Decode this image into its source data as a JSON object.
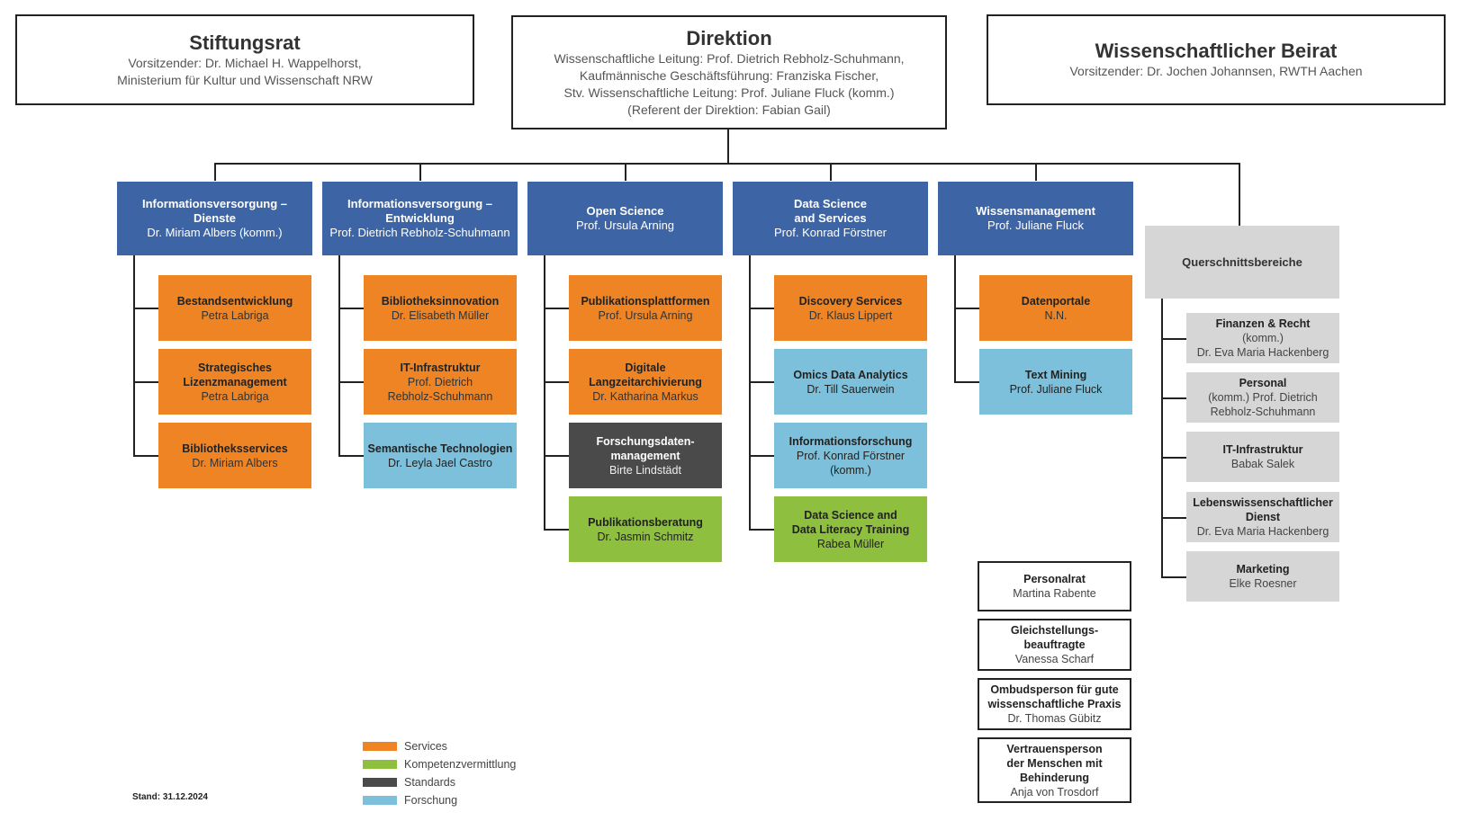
{
  "top": {
    "stiftungsrat": {
      "title": "Stiftungsrat",
      "lines": [
        "Vorsitzender: Dr. Michael H. Wappelhorst,",
        "Ministerium für Kultur und Wissenschaft NRW"
      ]
    },
    "direktion": {
      "title": "Direktion",
      "lines": [
        "Wissenschaftliche Leitung: Prof. Dietrich Rebholz-Schuhmann,",
        "Kaufmännische Geschäftsführung:  Franziska Fischer,",
        "Stv. Wissenschaftliche Leitung: Prof. Juliane Fluck (komm.)",
        "(Referent der Direktion: Fabian Gail)"
      ]
    },
    "beirat": {
      "title": "Wissenschaftlicher Beirat",
      "lines": [
        "Vorsitzender: Dr. Jochen Johannsen, RWTH Aachen"
      ]
    }
  },
  "departments": [
    {
      "title": [
        "Informationsversorgung –",
        "Dienste"
      ],
      "lines": [
        "Dr. Miriam Albers (komm.)"
      ],
      "units": [
        {
          "type": "orange",
          "title": [
            "Bestandsentwicklung"
          ],
          "lines": [
            "Petra Labriga"
          ]
        },
        {
          "type": "orange",
          "title": [
            "Strategisches",
            "Lizenzmanagement"
          ],
          "lines": [
            "Petra Labriga"
          ]
        },
        {
          "type": "orange",
          "title": [
            "Bibliotheksservices"
          ],
          "lines": [
            "Dr. Miriam Albers"
          ]
        }
      ]
    },
    {
      "title": [
        "Informationsversorgung –",
        "Entwicklung"
      ],
      "lines": [
        "Prof. Dietrich Rebholz-Schuhmann"
      ],
      "units": [
        {
          "type": "orange",
          "title": [
            "Bibliotheksinnovation"
          ],
          "lines": [
            "Dr. Elisabeth Müller"
          ]
        },
        {
          "type": "orange",
          "title": [
            "IT-Infrastruktur"
          ],
          "lines": [
            "Prof. Dietrich",
            "Rebholz-Schuhmann"
          ]
        },
        {
          "type": "blue",
          "title": [
            "Semantische Technologien"
          ],
          "lines": [
            "Dr. Leyla Jael Castro"
          ]
        }
      ]
    },
    {
      "title": [
        "Open Science"
      ],
      "lines": [
        "Prof. Ursula Arning"
      ],
      "units": [
        {
          "type": "orange",
          "title": [
            "Publikationsplattformen"
          ],
          "lines": [
            "Prof. Ursula Arning"
          ]
        },
        {
          "type": "orange",
          "title": [
            "Digitale",
            "Langzeitarchivierung"
          ],
          "lines": [
            "Dr. Katharina Markus"
          ]
        },
        {
          "type": "dark",
          "title": [
            "Forschungsdaten-",
            "management"
          ],
          "lines": [
            "Birte Lindstädt"
          ]
        },
        {
          "type": "green",
          "title": [
            "Publikationsberatung"
          ],
          "lines": [
            "Dr. Jasmin Schmitz"
          ]
        }
      ]
    },
    {
      "title": [
        "Data Science",
        "and Services"
      ],
      "lines": [
        "Prof. Konrad Förstner"
      ],
      "units": [
        {
          "type": "orange",
          "title": [
            "Discovery Services"
          ],
          "lines": [
            "Dr. Klaus Lippert"
          ]
        },
        {
          "type": "blue",
          "title": [
            "Omics Data Analytics"
          ],
          "lines": [
            "Dr. Till Sauerwein"
          ]
        },
        {
          "type": "blue",
          "title": [
            "Informationsforschung"
          ],
          "lines": [
            "Prof. Konrad Förstner",
            "(komm.)"
          ]
        },
        {
          "type": "green",
          "title": [
            "Data Science and",
            "Data Literacy Training"
          ],
          "lines": [
            "Rabea Müller"
          ]
        }
      ]
    },
    {
      "title": [
        "Wissensmanagement"
      ],
      "lines": [
        "Prof. Juliane Fluck"
      ],
      "units": [
        {
          "type": "orange",
          "title": [
            "Datenportale"
          ],
          "lines": [
            "N.N."
          ]
        },
        {
          "type": "blue",
          "title": [
            "Text Mining"
          ],
          "lines": [
            "Prof. Juliane Fluck"
          ]
        }
      ]
    }
  ],
  "querschnitt": {
    "title": "Querschnittsbereiche",
    "items": [
      {
        "title": [
          "Finanzen & Recht"
        ],
        "lines": [
          "(komm.)",
          "Dr. Eva Maria Hackenberg"
        ]
      },
      {
        "title": [
          "Personal"
        ],
        "lines": [
          "(komm.) Prof. Dietrich",
          "Rebholz-Schuhmann"
        ]
      },
      {
        "title": [
          "IT-Infrastruktur"
        ],
        "lines": [
          "Babak Salek"
        ]
      },
      {
        "title": [
          "Lebenswissenschaftlicher",
          "Dienst"
        ],
        "lines": [
          "Dr. Eva Maria Hackenberg"
        ]
      },
      {
        "title": [
          "Marketing"
        ],
        "lines": [
          "Elke Roesner"
        ]
      }
    ]
  },
  "representatives": [
    {
      "title": [
        "Personalrat"
      ],
      "lines": [
        "Martina Rabente"
      ]
    },
    {
      "title": [
        "Gleichstellungs-",
        "beauftragte"
      ],
      "lines": [
        "Vanessa Scharf"
      ]
    },
    {
      "title": [
        "Ombudsperson für gute",
        "wissenschaftliche Praxis"
      ],
      "lines": [
        "Dr. Thomas Gübitz"
      ]
    },
    {
      "title": [
        "Vertrauensperson",
        "der Menschen mit",
        "Behinderung"
      ],
      "lines": [
        "Anja von Trosdorf"
      ]
    }
  ],
  "legend": [
    {
      "label": "Services",
      "color": "#ee8423"
    },
    {
      "label": "Kompetenzvermittlung",
      "color": "#8ebf3f"
    },
    {
      "label": "Standards",
      "color": "#4a4a4a"
    },
    {
      "label": "Forschung",
      "color": "#7cc0db"
    }
  ],
  "stand": "Stand: 31.12.2024",
  "colors": {
    "department": "#3d64a5",
    "services": "#ee8423",
    "kompetenz": "#8ebf3f",
    "standards": "#4a4a4a",
    "forschung": "#7cc0db",
    "querschnitt": "#d6d6d6"
  }
}
